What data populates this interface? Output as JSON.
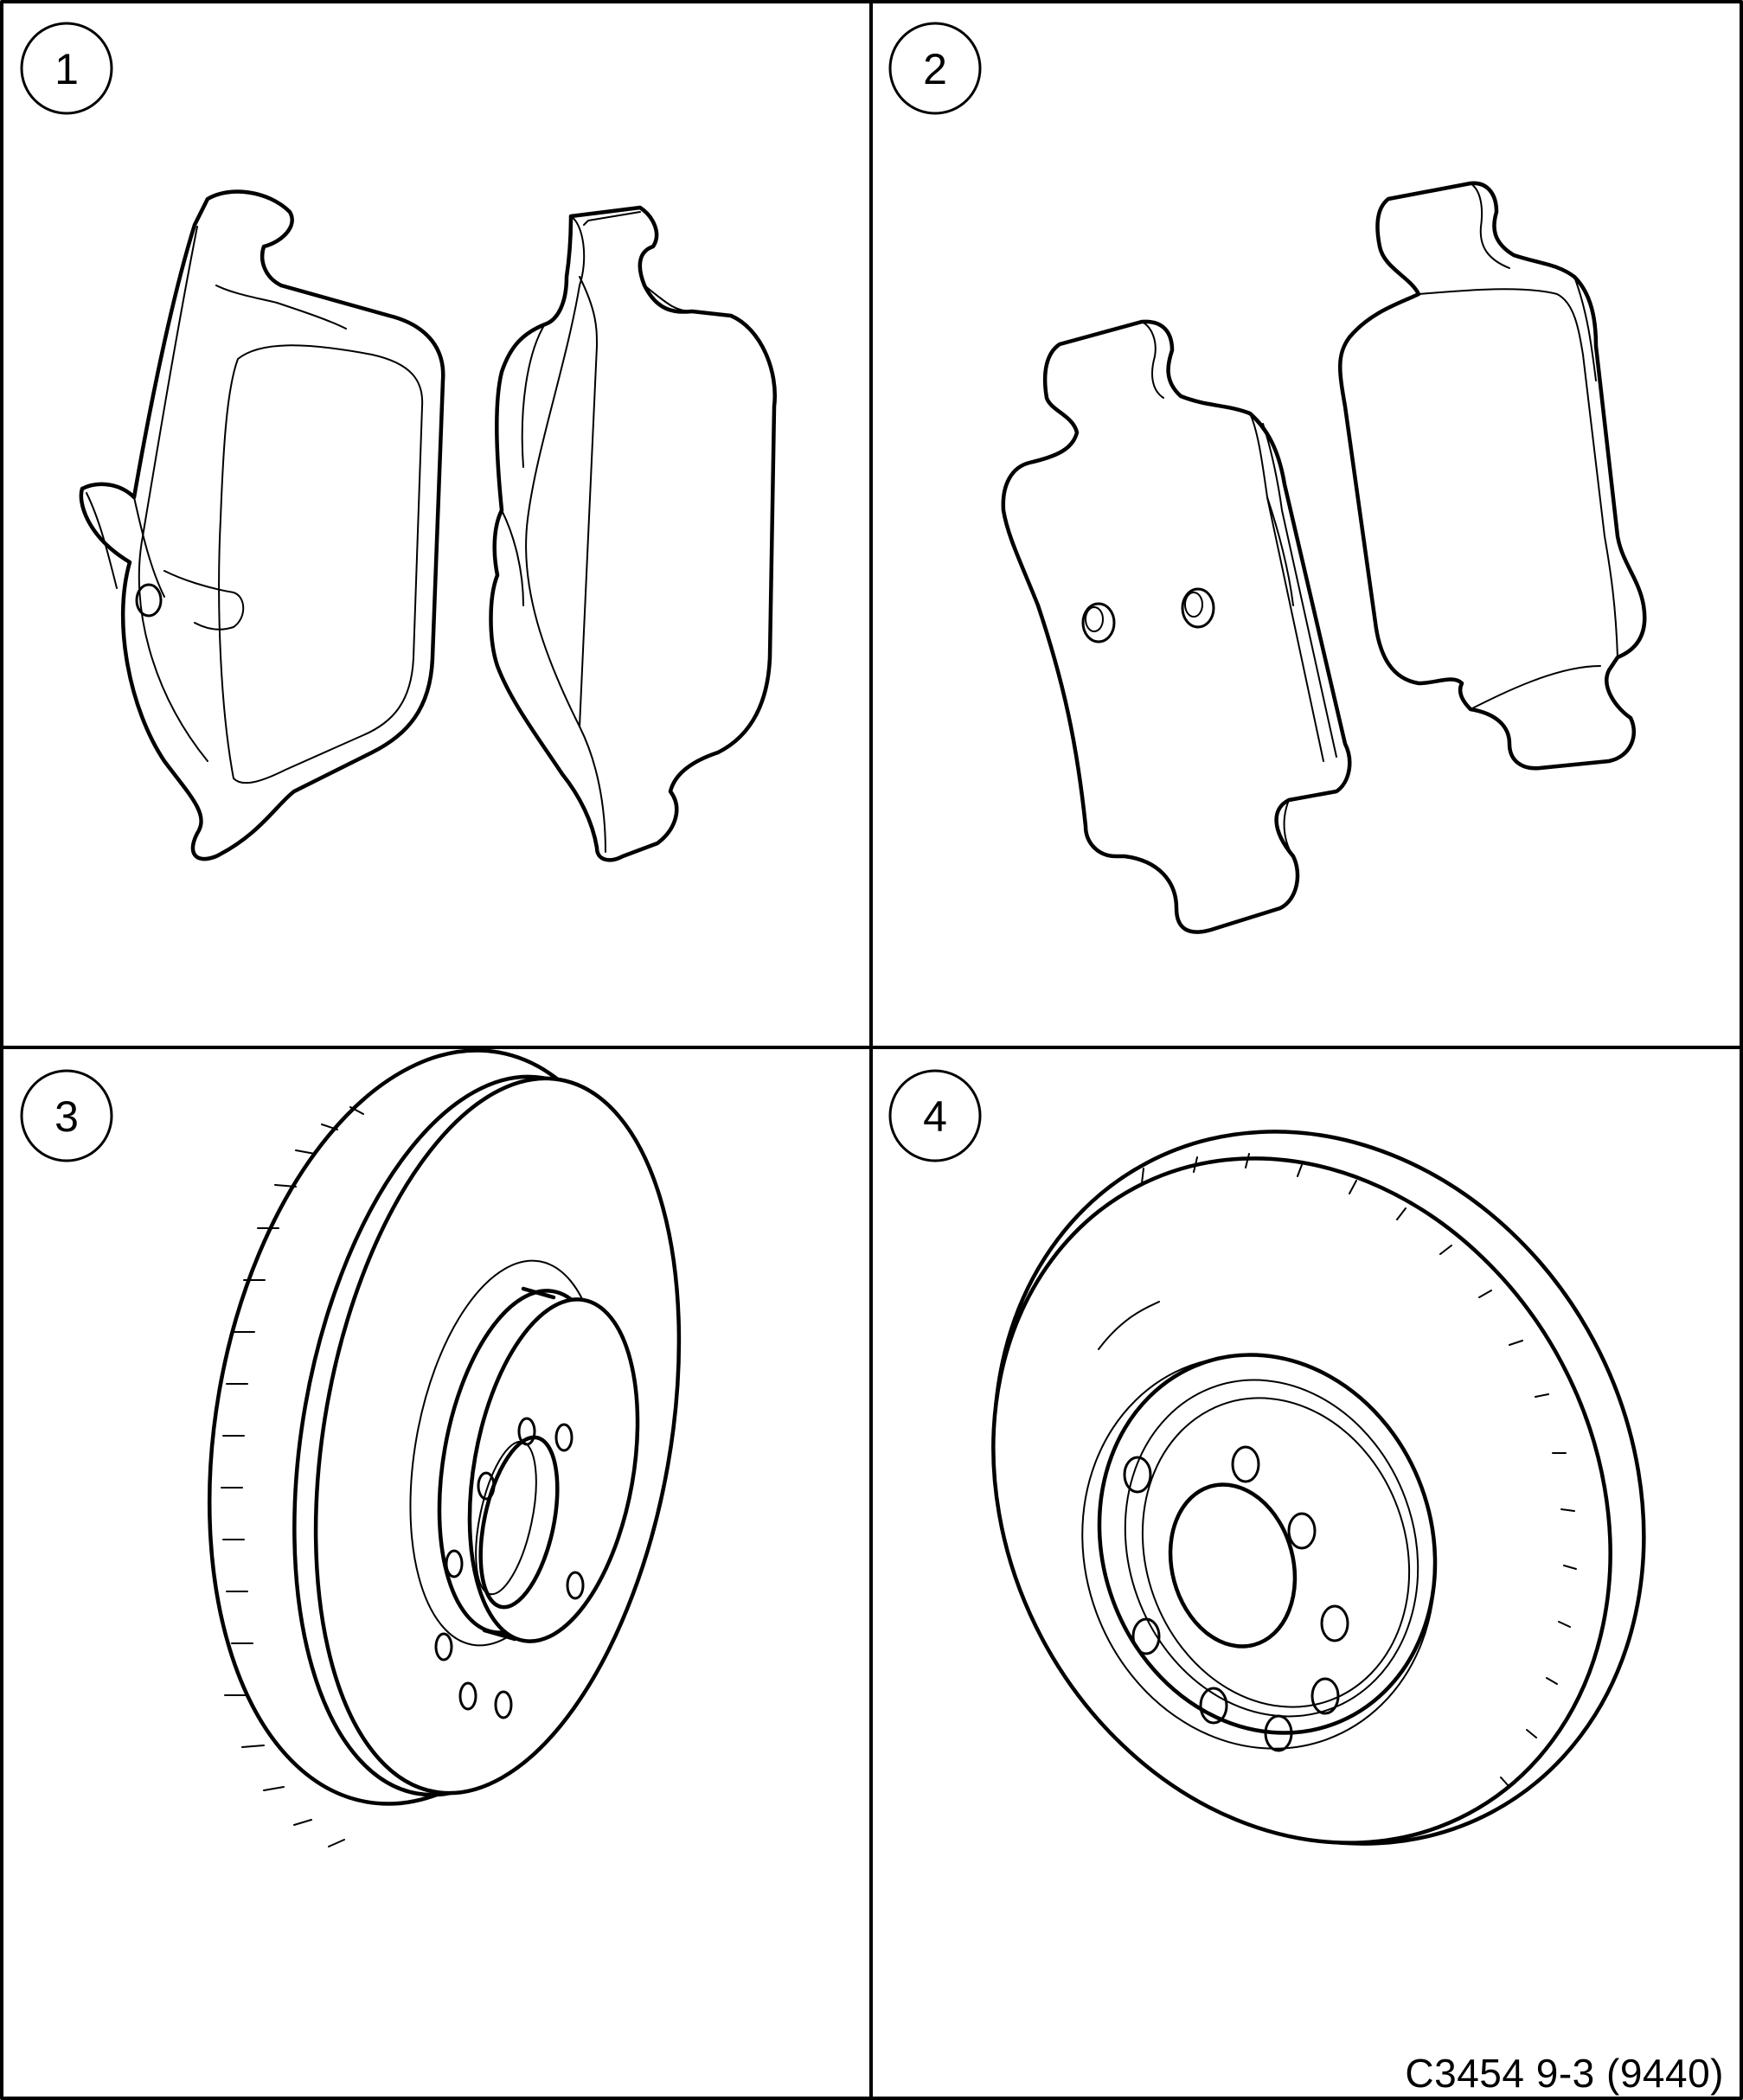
{
  "panels": [
    {
      "number": "1",
      "subject": "front brake pads"
    },
    {
      "number": "2",
      "subject": "rear brake pads"
    },
    {
      "number": "3",
      "subject": "front brake disc"
    },
    {
      "number": "4",
      "subject": "rear brake disc"
    }
  ],
  "reference_code": "C3454 9-3 (9440)",
  "colors": {
    "line": "#000000",
    "background": "#ffffff"
  }
}
